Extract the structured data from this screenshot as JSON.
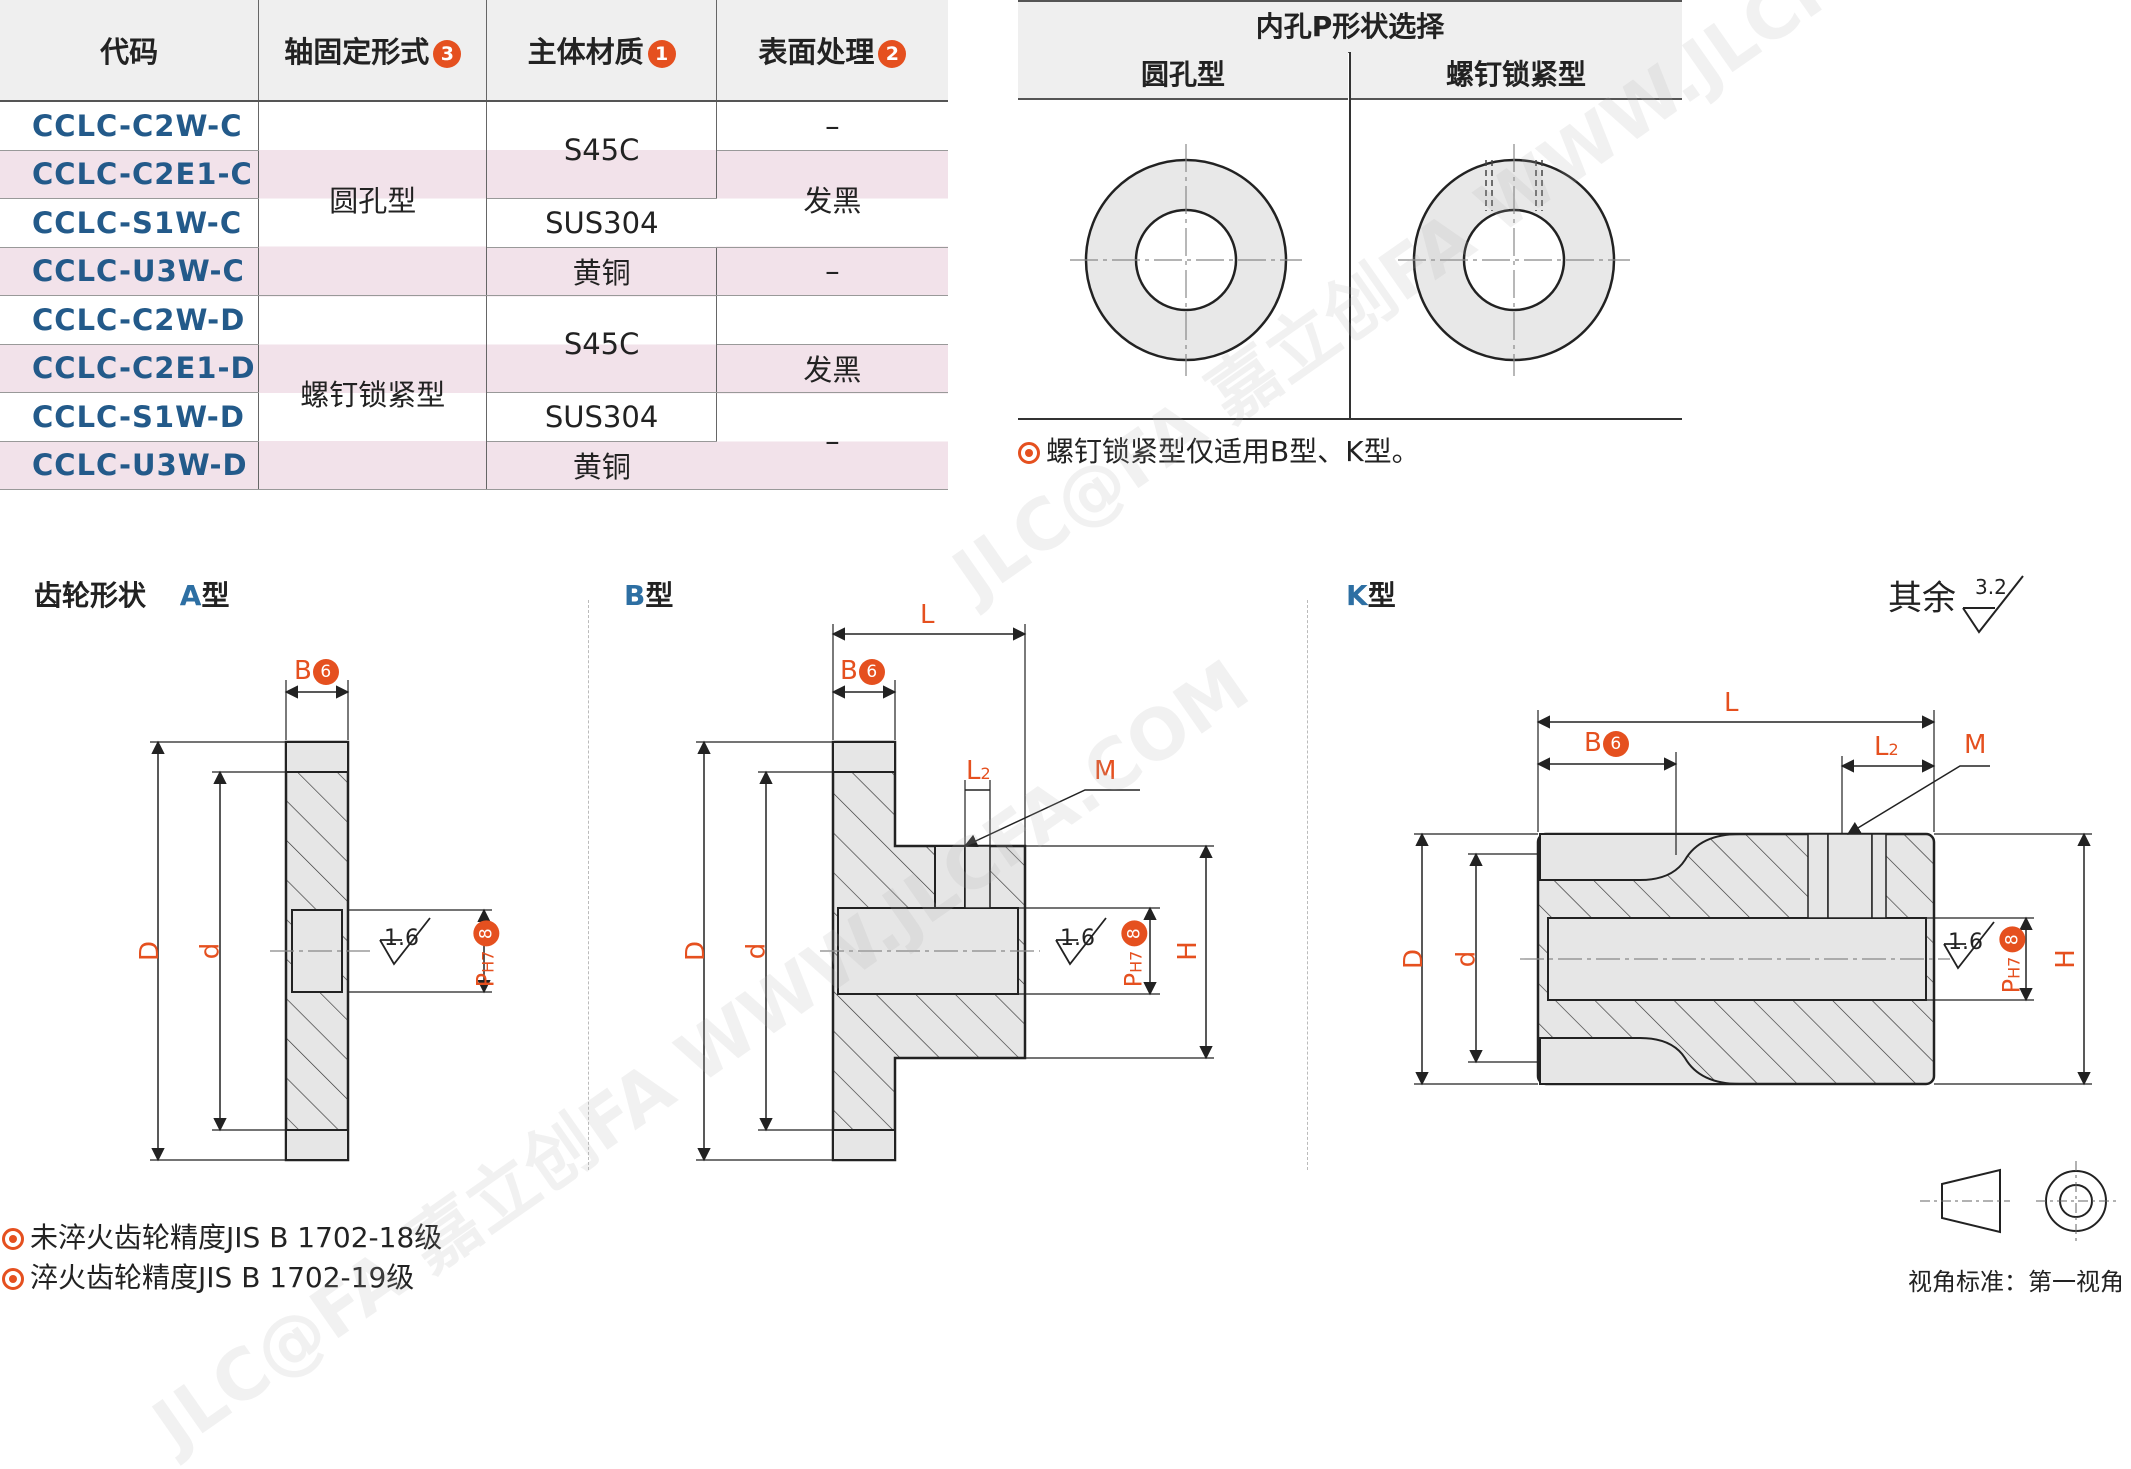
{
  "table": {
    "headers": {
      "code": "代码",
      "shaft": "轴固定形式",
      "shaft_num": "3",
      "material": "主体材质",
      "material_num": "1",
      "surface": "表面处理",
      "surface_num": "2"
    },
    "rows": [
      {
        "code": "CCLC-C2W-C"
      },
      {
        "code": "CCLC-C2E1-C"
      },
      {
        "code": "CCLC-S1W-C"
      },
      {
        "code": "CCLC-U3W-C"
      },
      {
        "code": "CCLC-C2W-D"
      },
      {
        "code": "CCLC-C2E1-D"
      },
      {
        "code": "CCLC-S1W-D"
      },
      {
        "code": "CCLC-U3W-D"
      }
    ],
    "shaft_round": "圆孔型",
    "shaft_screw": "螺钉锁紧型",
    "mat_s45c_1": "S45C",
    "mat_sus_1": "SUS304",
    "mat_brass_1": "黄铜",
    "mat_s45c_2": "S45C",
    "mat_sus_2": "SUS304",
    "mat_brass_2": "黄铜",
    "surf_dash_1": "–",
    "surf_black_1": "发黑",
    "surf_dash_2": "–",
    "surf_black_2": "发黑",
    "surf_dash_3": "–"
  },
  "hole_table": {
    "title": "内孔P形状选择",
    "col_round": "圆孔型",
    "col_screw": "螺钉锁紧型",
    "note": "螺钉锁紧型仅适用B型、K型。"
  },
  "gear": {
    "title": "齿轮形状",
    "type_a": "A",
    "type_b": "B",
    "type_k": "K",
    "type_suffix": "型"
  },
  "dims": {
    "B": "B",
    "B_num": "6",
    "L": "L",
    "L2": "L",
    "L2_sub": "2",
    "M": "M",
    "D": "D",
    "d": "d",
    "H": "H",
    "P": "P",
    "P_sub": "H7",
    "P_num": "8",
    "roughness": "1.6",
    "others": "其余",
    "others_val": "3.2"
  },
  "notes": {
    "n1": "未淬火齿轮精度JIS B 1702-18级",
    "n2": "淬火齿轮精度JIS B 1702-19级",
    "view_std": "视角标准：第一视角"
  },
  "watermark": "JLC@FA 嘉立创FA WWW.JLCFA.COM",
  "colors": {
    "accent": "#e5501f",
    "code_blue": "#235a8a",
    "row_pink": "#f2e2ea",
    "header_gray": "#efefef"
  }
}
